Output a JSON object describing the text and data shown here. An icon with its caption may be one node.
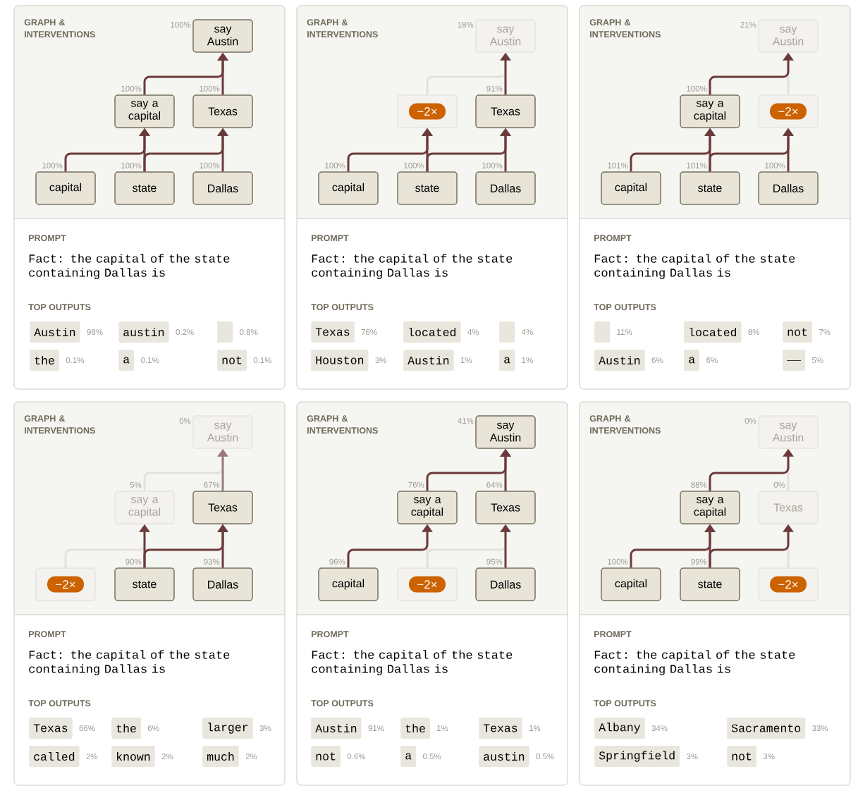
{
  "diagram": {
    "nodes": [
      {
        "text": [
          "GRAPH & INTERVENTIONS",
          "PROMPT",
          "Fact: the capital of the state containing Dallas is",
          "TOP OUTPUTS"
        ]
      },
      {
        "text": [
          "say Austin"
        ],
        "in": 0,
        "beside": [
          "100%"
        ]
      },
      {
        "text": [
          "say a capital"
        ],
        "in": 0,
        "beside": [
          "100%"
        ]
      },
      {
        "text": [
          "Texas"
        ],
        "in": 0,
        "beside": [
          "100%"
        ]
      },
      {
        "text": [
          "capital"
        ],
        "in": 0,
        "beside": [
          "100%"
        ]
      },
      {
        "text": [
          "state"
        ],
        "in": 0,
        "beside": [
          "100%"
        ]
      },
      {
        "text": [
          "Dallas"
        ],
        "in": 0,
        "beside": [
          "100%"
        ]
      },
      {
        "text": [
          "Austin"
        ],
        "in": 0,
        "beside": [
          "98%"
        ]
      },
      {
        "text": [
          "austin"
        ],
        "in": 0,
        "beside": [
          "0.2%"
        ]
      },
      {
        "text": [],
        "shape": "box",
        "in": 0,
        "beside": [
          "0.8%"
        ]
      },
      {
        "text": [
          "the"
        ],
        "in": 0,
        "beside": [
          "0.1%"
        ]
      },
      {
        "text": [
          "a"
        ],
        "in": 0,
        "beside": [
          "0.1%"
        ]
      },
      {
        "text": [
          "not"
        ],
        "in": 0,
        "beside": [
          "0.1%"
        ]
      },
      {
        "text": [
          "GRAPH & INTERVENTIONS",
          "PROMPT",
          "Fact: the capital of the state containing Dallas is",
          "TOP OUTPUTS"
        ]
      },
      {
        "text": [
          "say Austin"
        ],
        "in": 13,
        "beside": [
          "18%"
        ]
      },
      {
        "text": [],
        "shape": "box",
        "in": 13
      },
      {
        "text": [
          "−2×"
        ],
        "in": 15
      },
      {
        "text": [
          "Texas"
        ],
        "in": 13,
        "beside": [
          "91%"
        ]
      },
      {
        "text": [
          "capital"
        ],
        "in": 13,
        "beside": [
          "100%"
        ]
      },
      {
        "text": [
          "state"
        ],
        "in": 13,
        "beside": [
          "100%"
        ]
      },
      {
        "text": [
          "Dallas"
        ],
        "in": 13,
        "beside": [
          "100%"
        ]
      },
      {
        "text": [
          "Texas"
        ],
        "in": 13,
        "beside": [
          "76%"
        ]
      },
      {
        "text": [
          "located"
        ],
        "in": 13,
        "beside": [
          "4%"
        ]
      },
      {
        "text": [],
        "shape": "box",
        "in": 13,
        "beside": [
          "4%"
        ]
      },
      {
        "text": [
          "Houston"
        ],
        "in": 13,
        "beside": [
          "3%"
        ]
      },
      {
        "text": [
          "Austin"
        ],
        "in": 13,
        "beside": [
          "1%"
        ]
      },
      {
        "text": [
          "a"
        ],
        "in": 13,
        "beside": [
          "1%"
        ]
      },
      {
        "text": [
          "GRAPH & INTERVENTIONS",
          "PROMPT",
          "Fact: the capital of the state containing Dallas is",
          "TOP OUTPUTS"
        ]
      },
      {
        "text": [
          "say Austin"
        ],
        "in": 27,
        "beside": [
          "21%"
        ]
      },
      {
        "text": [
          "say a capital"
        ],
        "in": 27,
        "beside": [
          "100%"
        ]
      },
      {
        "text": [],
        "shape": "box",
        "in": 27
      },
      {
        "text": [
          "−2×"
        ],
        "in": 30
      },
      {
        "text": [
          "capital"
        ],
        "in": 27,
        "beside": [
          "101%"
        ]
      },
      {
        "text": [
          "state"
        ],
        "in": 27,
        "beside": [
          "101%"
        ]
      },
      {
        "text": [
          "Dallas"
        ],
        "in": 27,
        "beside": [
          "100%"
        ]
      },
      {
        "text": [],
        "shape": "box",
        "in": 27,
        "beside": [
          "11%"
        ]
      },
      {
        "text": [
          "located"
        ],
        "in": 27,
        "beside": [
          "8%"
        ]
      },
      {
        "text": [
          "not"
        ],
        "in": 27,
        "beside": [
          "7%"
        ]
      },
      {
        "text": [
          "Austin"
        ],
        "in": 27,
        "beside": [
          "6%"
        ]
      },
      {
        "text": [
          "a"
        ],
        "in": 27,
        "beside": [
          "6%"
        ]
      },
      {
        "text": [
          "__"
        ],
        "in": 27,
        "beside": [
          "5%"
        ]
      },
      {
        "text": [
          "GRAPH & INTERVENTIONS",
          "PROMPT",
          "Fact: the capital of the state containing Dallas is",
          "TOP OUTPUTS"
        ]
      },
      {
        "text": [
          "say Austin"
        ],
        "in": 41,
        "beside": [
          "0%"
        ]
      },
      {
        "text": [
          "say a capital"
        ],
        "in": 41,
        "beside": [
          "5%"
        ]
      },
      {
        "text": [
          "Texas"
        ],
        "in": 41,
        "beside": [
          "67%"
        ]
      },
      {
        "text": [],
        "shape": "box",
        "in": 41
      },
      {
        "text": [
          "−2×"
        ],
        "in": 45
      },
      {
        "text": [
          "state"
        ],
        "in": 41,
        "beside": [
          "90%"
        ]
      },
      {
        "text": [
          "Dallas"
        ],
        "in": 41,
        "beside": [
          "93%"
        ]
      },
      {
        "text": [
          "Texas"
        ],
        "in": 41,
        "beside": [
          "66%"
        ]
      },
      {
        "text": [
          "the"
        ],
        "in": 41,
        "beside": [
          "6%"
        ]
      },
      {
        "text": [
          "larger"
        ],
        "in": 41,
        "beside": [
          "3%"
        ]
      },
      {
        "text": [
          "called"
        ],
        "in": 41,
        "beside": [
          "2%"
        ]
      },
      {
        "text": [
          "known"
        ],
        "in": 41,
        "beside": [
          "2%"
        ]
      },
      {
        "text": [
          "much"
        ],
        "in": 41,
        "beside": [
          "2%"
        ]
      },
      {
        "text": [
          "GRAPH & INTERVENTIONS",
          "PROMPT",
          "Fact: the capital of the state containing Dallas is",
          "TOP OUTPUTS"
        ]
      },
      {
        "text": [
          "say Austin"
        ],
        "in": 55,
        "beside": [
          "41%"
        ]
      },
      {
        "text": [
          "say a capital"
        ],
        "in": 55,
        "beside": [
          "76%"
        ]
      },
      {
        "text": [
          "Texas"
        ],
        "in": 55,
        "beside": [
          "64%"
        ]
      },
      {
        "text": [
          "capital"
        ],
        "in": 55,
        "beside": [
          "96%"
        ]
      },
      {
        "text": [],
        "shape": "box",
        "in": 55
      },
      {
        "text": [
          "−2×"
        ],
        "in": 60
      },
      {
        "text": [
          "Dallas"
        ],
        "in": 55,
        "beside": [
          "95%"
        ]
      },
      {
        "text": [
          "Austin"
        ],
        "in": 55,
        "beside": [
          "91%"
        ]
      },
      {
        "text": [
          "the"
        ],
        "in": 55,
        "beside": [
          "1%"
        ]
      },
      {
        "text": [
          "Texas"
        ],
        "in": 55,
        "beside": [
          "1%"
        ]
      },
      {
        "text": [
          "not"
        ],
        "in": 55,
        "beside": [
          "0.6%"
        ]
      },
      {
        "text": [
          "a"
        ],
        "in": 55,
        "beside": [
          "0.5%"
        ]
      },
      {
        "text": [
          "austin"
        ],
        "in": 55,
        "beside": [
          "0.5%"
        ]
      },
      {
        "text": [
          "GRAPH & INTERVENTIONS",
          "PROMPT",
          "Fact: the capital of the state containing Dallas is",
          "TOP OUTPUTS"
        ]
      },
      {
        "text": [
          "say Austin"
        ],
        "in": 69,
        "beside": [
          "0%"
        ]
      },
      {
        "text": [
          "say a capital"
        ],
        "in": 69,
        "beside": [
          "88%"
        ]
      },
      {
        "text": [
          "Texas"
        ],
        "in": 69,
        "beside": [
          "0%"
        ]
      },
      {
        "text": [
          "capital"
        ],
        "in": 69,
        "beside": [
          "100%"
        ]
      },
      {
        "text": [
          "state"
        ],
        "in": 69,
        "beside": [
          "99%"
        ]
      },
      {
        "text": [],
        "shape": "box",
        "in": 69
      },
      {
        "text": [
          "−2×"
        ],
        "in": 75
      },
      {
        "text": [
          "Albany"
        ],
        "in": 69,
        "beside": [
          "34%"
        ]
      },
      {
        "text": [
          "Sacramento"
        ],
        "in": 69,
        "beside": [
          "33%"
        ]
      },
      {
        "text": [
          "Springfield"
        ],
        "in": 69,
        "beside": [
          "3%"
        ]
      },
      {
        "text": [
          "not"
        ],
        "in": 69,
        "beside": [
          "3%"
        ]
      }
    ],
    "edges": [
      {
        "from": 4,
        "to": 2,
        "arrow": "to"
      },
      {
        "from": 5,
        "to": 2,
        "arrow": "to"
      },
      {
        "from": 5,
        "to": 3,
        "arrow": "to"
      },
      {
        "from": 6,
        "to": 3,
        "arrow": "to"
      },
      {
        "from": 2,
        "to": 1,
        "arrow": "to"
      },
      {
        "from": 3,
        "to": 1,
        "arrow": "to"
      },
      {
        "from": 18,
        "to": 15,
        "arrow": "to"
      },
      {
        "from": 19,
        "to": 15,
        "arrow": "to"
      },
      {
        "from": 19,
        "to": 17,
        "arrow": "to"
      },
      {
        "from": 20,
        "to": 17,
        "arrow": "to"
      },
      {
        "from": 15,
        "to": 14,
        "arrow": "to",
        "color": "#e4e1da"
      },
      {
        "from": 17,
        "to": 14,
        "arrow": "to"
      },
      {
        "from": 32,
        "to": 29,
        "arrow": "to"
      },
      {
        "from": 33,
        "to": 29,
        "arrow": "to"
      },
      {
        "from": 33,
        "to": 30,
        "arrow": "to"
      },
      {
        "from": 34,
        "to": 30,
        "arrow": "to"
      },
      {
        "from": 29,
        "to": 28,
        "arrow": "to"
      },
      {
        "from": 30,
        "to": 28,
        "arrow": "to",
        "color": "#e4e1da"
      },
      {
        "from": 45,
        "to": 43,
        "arrow": "to",
        "color": "#e4e1da"
      },
      {
        "from": 47,
        "to": 43,
        "arrow": "to"
      },
      {
        "from": 47,
        "to": 44,
        "arrow": "to"
      },
      {
        "from": 48,
        "to": 44,
        "arrow": "to"
      },
      {
        "from": 43,
        "to": 42,
        "arrow": "to",
        "color": "#e4e1da"
      },
      {
        "from": 44,
        "to": 42,
        "arrow": "to",
        "color": "#9b7b7b"
      },
      {
        "from": 59,
        "to": 57,
        "arrow": "to"
      },
      {
        "from": 60,
        "to": 57,
        "arrow": "to",
        "color": "#e4e1da"
      },
      {
        "from": 60,
        "to": 58,
        "arrow": "to",
        "color": "#e4e1da"
      },
      {
        "from": 62,
        "to": 58,
        "arrow": "to"
      },
      {
        "from": 57,
        "to": 56,
        "arrow": "to"
      },
      {
        "from": 58,
        "to": 56,
        "arrow": "to"
      },
      {
        "from": 73,
        "to": 71,
        "arrow": "to"
      },
      {
        "from": 74,
        "to": 71,
        "arrow": "to"
      },
      {
        "from": 74,
        "to": 72,
        "arrow": "to"
      },
      {
        "from": 75,
        "to": 72,
        "arrow": "to",
        "color": "#e4e1da"
      },
      {
        "from": 71,
        "to": 70,
        "arrow": "to"
      },
      {
        "from": 72,
        "to": 70,
        "arrow": "to",
        "color": "#e4e1da"
      }
    ]
  }
}
